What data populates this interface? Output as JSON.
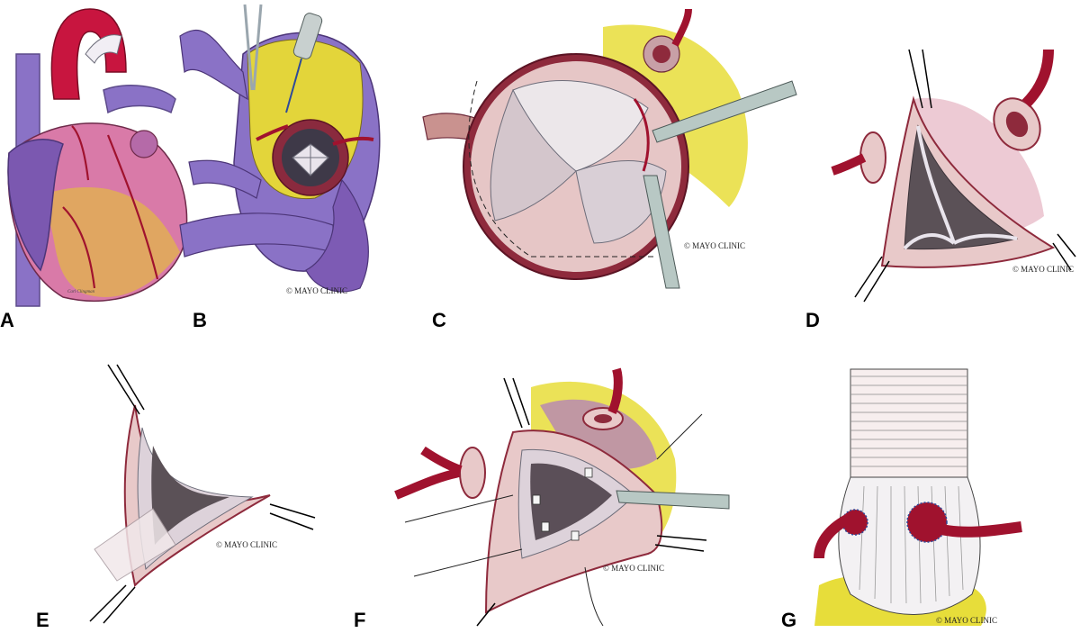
{
  "panels": [
    {
      "letter": "A",
      "credit": "",
      "signature": "Carl Clingman"
    },
    {
      "letter": "B",
      "credit": "© MAYO CLINIC"
    },
    {
      "letter": "C",
      "credit": "© MAYO CLINIC"
    },
    {
      "letter": "D",
      "credit": "© MAYO CLINIC"
    },
    {
      "letter": "E",
      "credit": "© MAYO CLINIC"
    },
    {
      "letter": "F",
      "credit": "© MAYO CLINIC"
    },
    {
      "letter": "G",
      "credit": "© MAYO CLINIC"
    }
  ],
  "colors": {
    "artery": "#b3123a",
    "vein": "#8a72c6",
    "fat": "#e7dd3a",
    "tissue": "#e8c9c9",
    "wall": "#8e2a3c",
    "instrument": "#b8c8c4"
  }
}
